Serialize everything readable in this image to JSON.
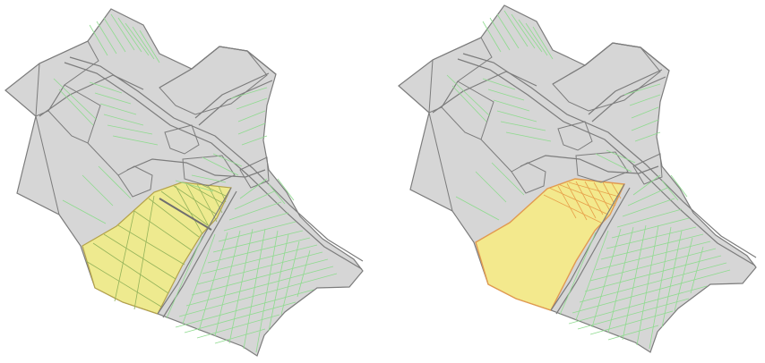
{
  "maps": [
    {
      "name": "cadastral-map-left",
      "highlight_style": "yellow-with-green-subdivisions",
      "highlight_fill": "#eeea8f",
      "highlight_line": "#94b35a",
      "highlight_edge": "#b4a24a"
    },
    {
      "name": "cadastral-map-right",
      "highlight_style": "yellow-with-orange-subdivisions",
      "highlight_fill": "#f3e98d",
      "highlight_line": "#e7a14b",
      "highlight_edge": "#e19a50"
    }
  ],
  "colors": {
    "background": "#ffffff",
    "parcel_fill": "#d6d6d6",
    "parcel_outline": "#7c7c7c",
    "road_fill": "#dcdcdc",
    "subdivision_line": "#8fdb8f"
  }
}
